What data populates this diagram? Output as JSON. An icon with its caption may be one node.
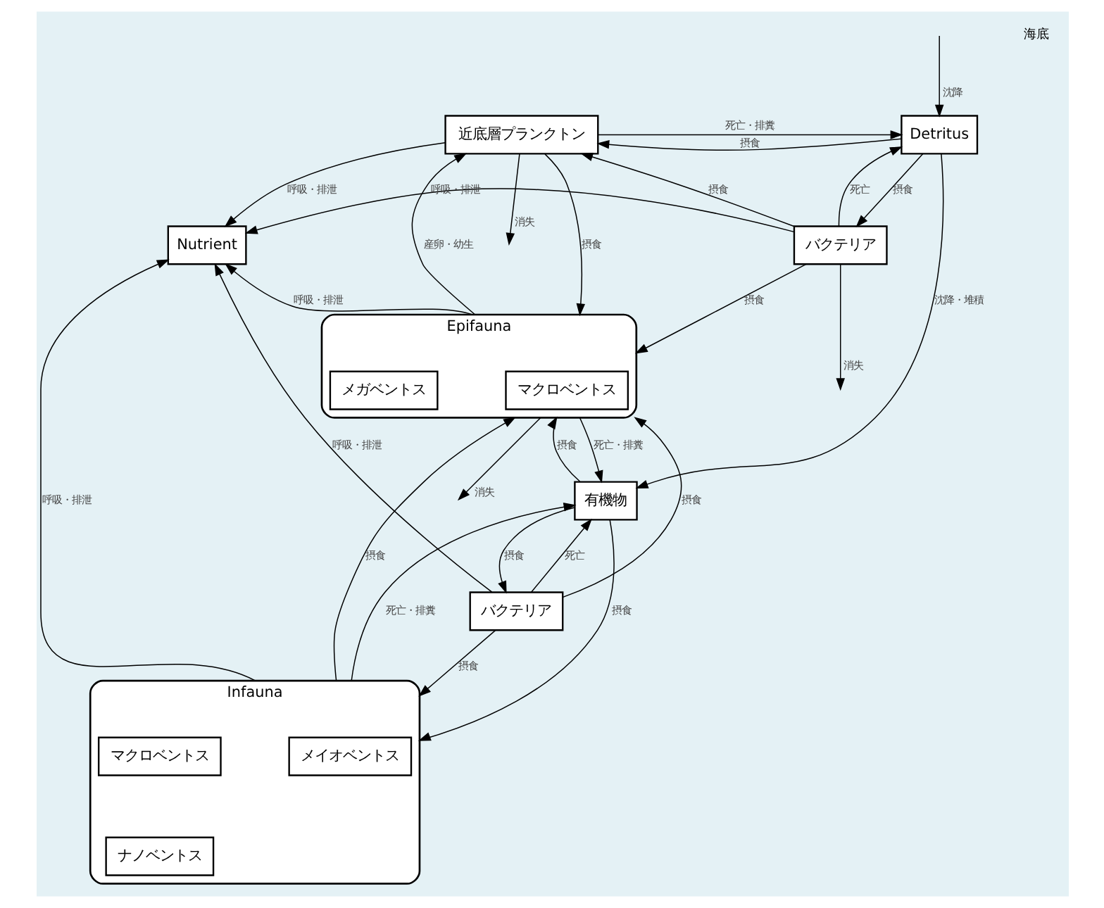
{
  "diagram": {
    "nodes": [
      {
        "text": [
          "Detritus"
        ]
      },
      {
        "text": [
          "近底層プランクトン"
        ]
      },
      {
        "text": [
          "バクテリア"
        ]
      },
      {
        "text": [
          "Nutrient"
        ]
      },
      {
        "text": [
          "Epifauna"
        ]
      },
      {
        "text": [
          "マクロベントス"
        ],
        "in": 4
      },
      {
        "text": [
          "メガベントス"
        ],
        "in": 4
      },
      {
        "text": [
          "有機物"
        ]
      },
      {
        "text": [
          "バクテリア"
        ]
      },
      {
        "text": [
          "Infauna"
        ]
      },
      {
        "text": [
          "メイオベントス"
        ],
        "in": 9
      },
      {
        "text": [
          "マクロベントス"
        ],
        "in": 9
      },
      {
        "text": [
          "ナノベントス"
        ],
        "in": 9
      }
    ],
    "edges": [
      {
        "from": null,
        "to": 0,
        "arrow": "to",
        "label": "沈降"
      },
      {
        "from": 2,
        "to": null,
        "arrow": "to",
        "label": "消失"
      },
      {
        "from": 0,
        "to": 1,
        "arrow": "to",
        "label": "摂食"
      },
      {
        "from": 1,
        "to": 0,
        "arrow": "to",
        "label": "死亡・排糞"
      },
      {
        "from": 0,
        "to": 2,
        "arrow": "to",
        "label": "摂食"
      },
      {
        "from": 2,
        "to": 0,
        "arrow": "to",
        "label": "死亡"
      },
      {
        "from": 2,
        "to": 1,
        "arrow": "to",
        "label": "摂食"
      },
      {
        "from": 1,
        "to": null,
        "arrow": "to",
        "label": "消失"
      },
      {
        "from": 1,
        "to": 3,
        "arrow": "to",
        "label": "呼吸・排泄"
      },
      {
        "from": 2,
        "to": 3,
        "arrow": "to",
        "label": "呼吸・排泄"
      },
      {
        "from": 2,
        "to": 4,
        "arrow": "to",
        "label": "摂食"
      },
      {
        "from": 1,
        "to": 4,
        "arrow": "to",
        "label": "摂食"
      },
      {
        "from": 4,
        "to": 1,
        "arrow": "to",
        "label": "産卵・幼生"
      },
      {
        "from": 4,
        "to": 3,
        "arrow": "to",
        "label": "呼吸・排泄"
      },
      {
        "from": 4,
        "to": null,
        "arrow": "to",
        "label": "消失"
      },
      {
        "from": 0,
        "to": 7,
        "arrow": "to",
        "label": "沈降・堆積"
      },
      {
        "from": 7,
        "to": 4,
        "arrow": "to",
        "label": "摂食"
      },
      {
        "from": 4,
        "to": 7,
        "arrow": "to",
        "label": "死亡・排糞"
      },
      {
        "from": 7,
        "to": 8,
        "arrow": "to",
        "label": "摂食"
      },
      {
        "from": 8,
        "to": 7,
        "arrow": "to",
        "label": "死亡"
      },
      {
        "from": 8,
        "to": 4,
        "arrow": "to",
        "label": "摂食"
      },
      {
        "from": 8,
        "to": 3,
        "arrow": "to",
        "label": "呼吸・排泄"
      },
      {
        "from": 8,
        "to": 9,
        "arrow": "to",
        "label": "摂食"
      },
      {
        "from": 9,
        "to": 4,
        "arrow": "to",
        "label": "摂食"
      },
      {
        "from": 9,
        "to": 3,
        "arrow": "to",
        "label": "呼吸・排泄"
      },
      {
        "from": 7,
        "to": 9,
        "arrow": "to",
        "label": "摂食"
      },
      {
        "from": 9,
        "to": 7,
        "arrow": "to",
        "label": "死亡・排糞"
      }
    ],
    "labels": [
      "海底"
    ]
  }
}
